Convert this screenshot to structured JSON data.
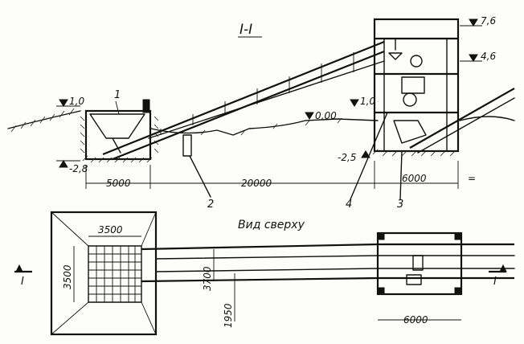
{
  "diagram": {
    "section_title": "I-I",
    "plan_title": "Вид сверху",
    "elevations": {
      "left_top": "1,0",
      "left_bottom": "-2,8",
      "ground_zero": "0,00",
      "right_ground": "1,0",
      "right_pit": "-2,5",
      "top_roof": "7,6",
      "top_mid": "4,6"
    },
    "dimensions": {
      "left_span": "5000",
      "middle_span": "20000",
      "right_span": "6000",
      "plan_grid_width": "3500",
      "plan_grid_height": "3500",
      "plan_conveyor_width": "3700",
      "plan_offset": "1950",
      "plan_building_width": "6000"
    },
    "callouts": [
      "1",
      "2",
      "3",
      "4"
    ],
    "section_markers": {
      "left": "I",
      "right": "I"
    },
    "stray_mark": "="
  }
}
